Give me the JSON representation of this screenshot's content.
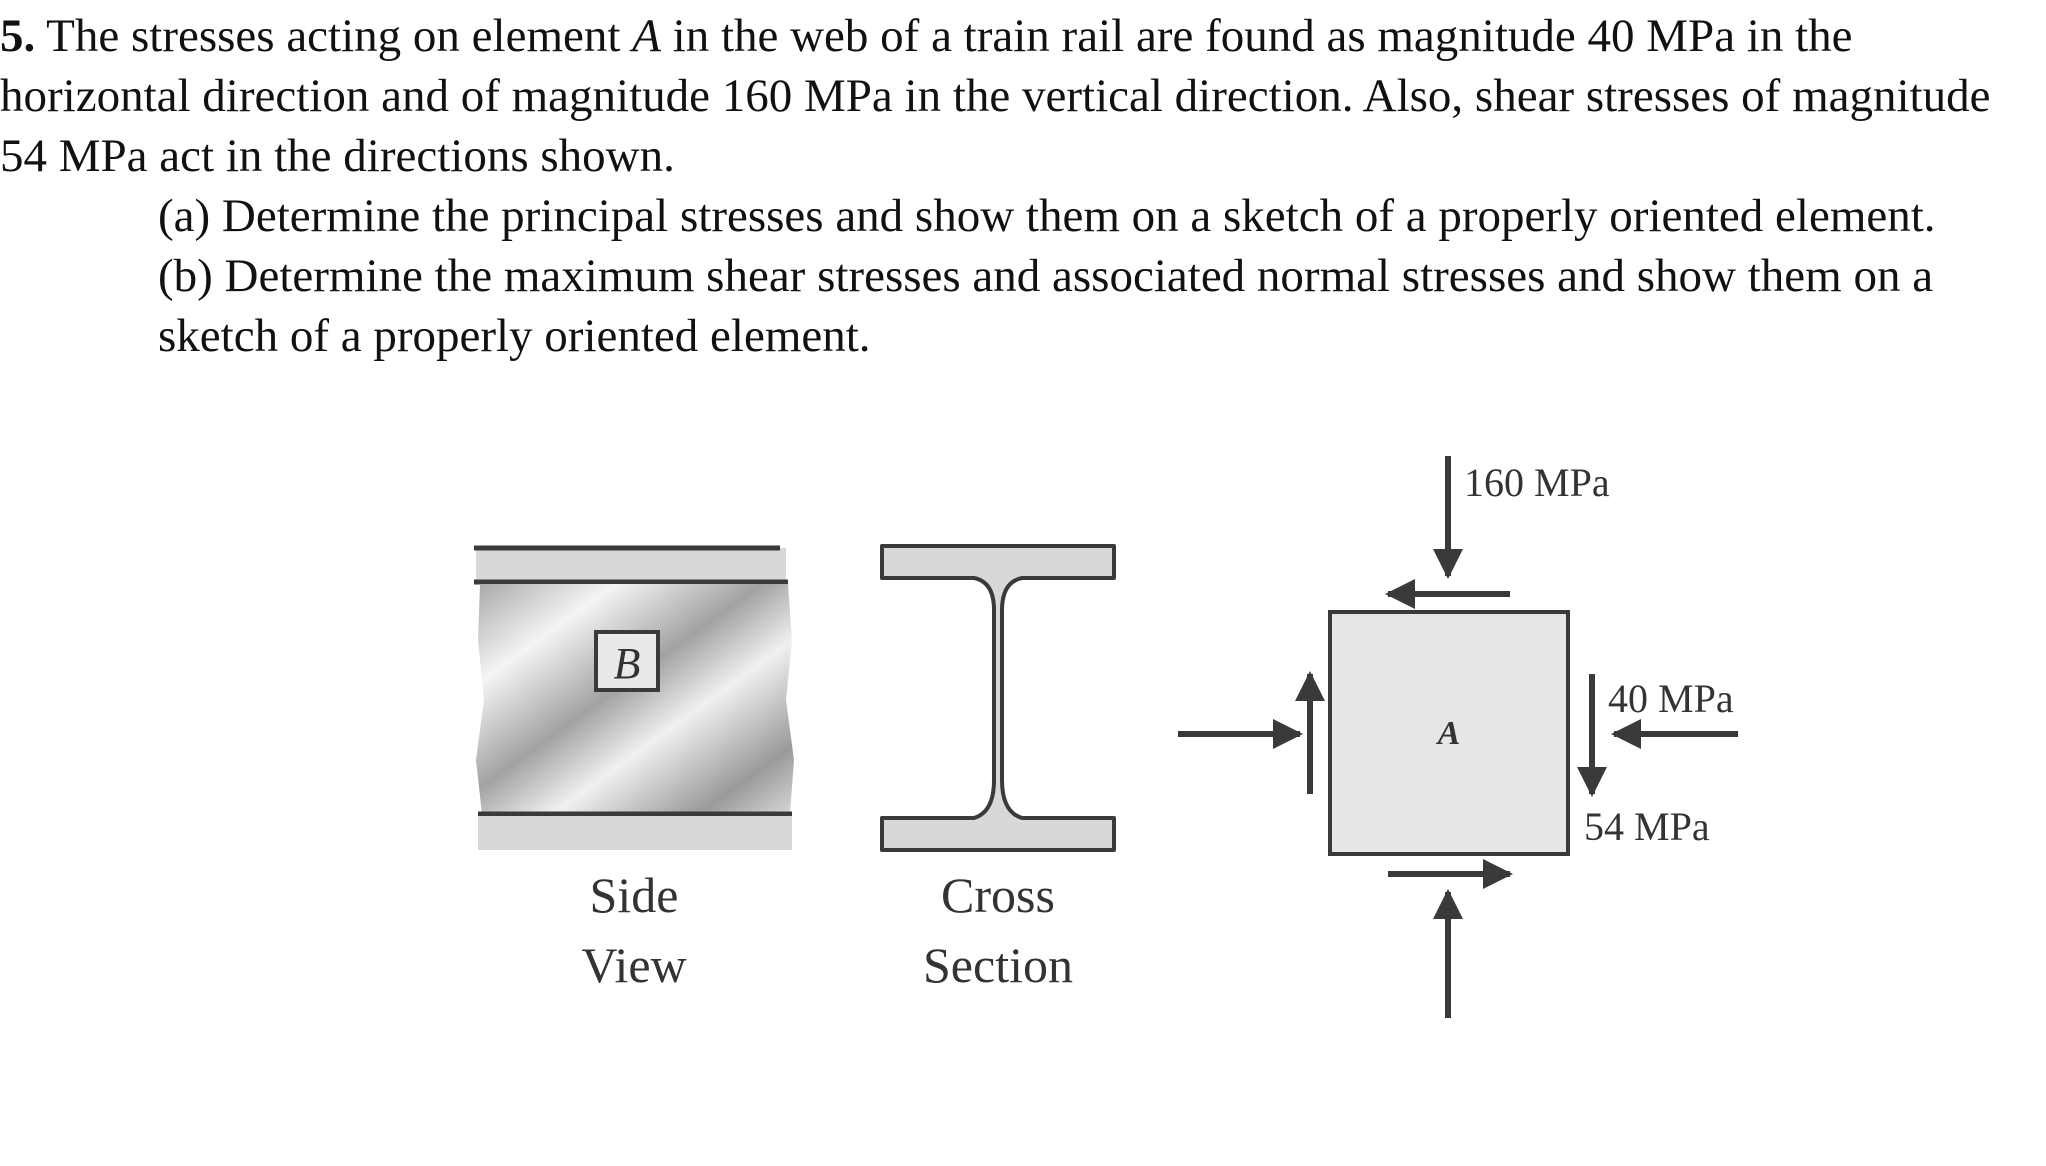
{
  "problem": {
    "number": "5.",
    "intro_before_var": "The stresses acting on element",
    "element_var": "A",
    "intro_after_var": "in the web of a train rail are found as magnitude 40 MPa in the horizontal direction and of magnitude 160 MPa in the vertical direction. Also, shear stresses of magnitude 54 MPa act in the directions shown.",
    "part_a": "(a) Determine the principal stresses and show them on a sketch of a properly oriented element.",
    "part_b": "(b) Determine the maximum shear stresses and associated normal stresses and show them on a sketch of a properly oriented element."
  },
  "figure": {
    "side_view_marker": "B",
    "side_view_caption_1": "Side",
    "side_view_caption_2": "View",
    "cross_section_caption_1": "Cross",
    "cross_section_caption_2": "Section",
    "element_label": "A",
    "vertical_stress_label": "160 MPa",
    "horizontal_stress_label": "40 MPa",
    "shear_stress_label": "54 MPa",
    "colors": {
      "line": "#3a3a3a",
      "element_fill": "#e6e6e6",
      "flange_fill": "#d8d8d8",
      "web_light": "#f2f2f2",
      "web_dark": "#9c9c9c"
    }
  }
}
